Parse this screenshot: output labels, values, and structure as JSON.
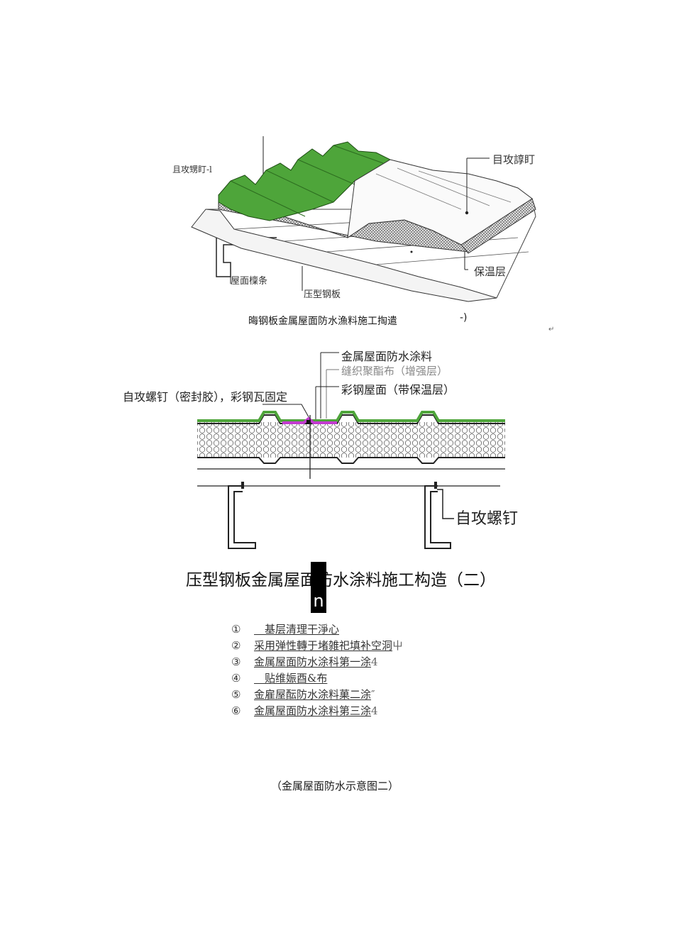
{
  "diagram1": {
    "label_top_left": "且攻甥盯-l",
    "label_top_right": "目攻諄盯",
    "label_insulation": "保温层",
    "label_purlin": "屋面檁条",
    "label_profiled_sheet": "压型钢板"
  },
  "caption1": {
    "text": "晦钢板金属屋面防水漁料施工掏遣",
    "mark": "-)",
    "stray": "↵"
  },
  "diagram2": {
    "label_coating": "金属屋面防水涂料",
    "label_fabric": "缝织聚酯布（增强层）",
    "label_roof": "彩钢屋面（带保温层）",
    "label_screw_fix": "自攻螺钉（密封胶），彩钢瓦固定",
    "label_screw": "自攻螺钉"
  },
  "title2": {
    "text": "压型钢板金属屋面防水涂料施工构造（二）",
    "overlay_glyph": "n"
  },
  "steps": [
    {
      "num": "①",
      "text": "　基层清理干淨心",
      "tail": ""
    },
    {
      "num": "②",
      "text": "采用弹性轉于堵雑祀填补空洞",
      "tail": "屮"
    },
    {
      "num": "③",
      "text": "金属屋面防水涂科第一涂",
      "tail": "4"
    },
    {
      "num": "④",
      "text": "　贴维娠酉&布",
      "tail": ""
    },
    {
      "num": "⑤",
      "text": "金雇屋酝防水涂料菓二涂",
      "tail": "″"
    },
    {
      "num": "⑥",
      "text": "金属屋面防水涂料第三涂",
      "tail": "4"
    }
  ],
  "caption3": {
    "text": "（金属屋面防水示意图二）"
  },
  "colors": {
    "coating_green": "#4ea53a",
    "fabric_magenta": "#c23bd0",
    "line": "#222222"
  }
}
